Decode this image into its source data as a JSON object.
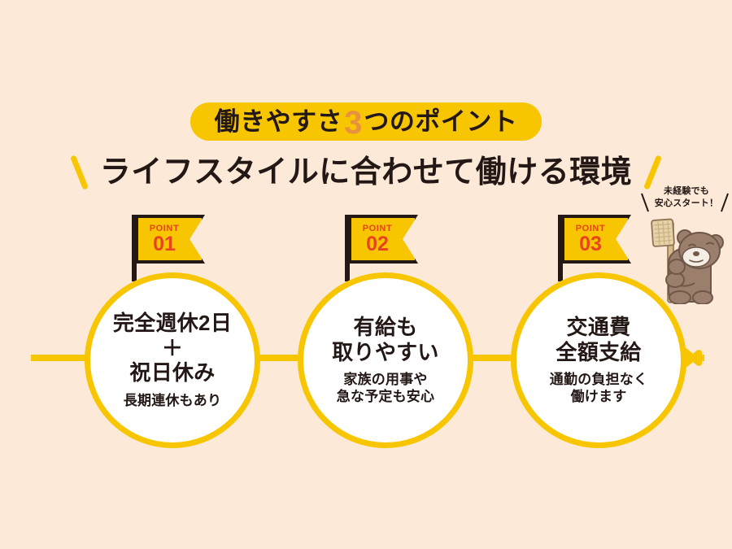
{
  "theme": {
    "background": "#FCE9D7",
    "gold": "#F7C600",
    "orange": "#E8913E",
    "red_orange": "#E8421E",
    "ink": "#231815",
    "white": "#FFFFFF"
  },
  "title_pill": {
    "lead": "働きやすさ",
    "number": "3",
    "trail": "つのポイント"
  },
  "headline": {
    "text": "ライフスタイルに合わせて働ける環境"
  },
  "points": [
    {
      "flag_label": "POINT",
      "flag_number": "01",
      "main": "完全週休2日\n＋\n祝日休み",
      "sub": "長期連休もあり"
    },
    {
      "flag_label": "POINT",
      "flag_number": "02",
      "main": "有給も\n取りやすい",
      "sub": "家族の用事や\n急な予定も安心"
    },
    {
      "flag_label": "POINT",
      "flag_number": "03",
      "main": "交通費\n全額支給",
      "sub": "通勤の負担なく\n働けます"
    }
  ],
  "mascot": {
    "caption": "未経験でも\n安心スタート！",
    "character": "bear-with-broom"
  }
}
